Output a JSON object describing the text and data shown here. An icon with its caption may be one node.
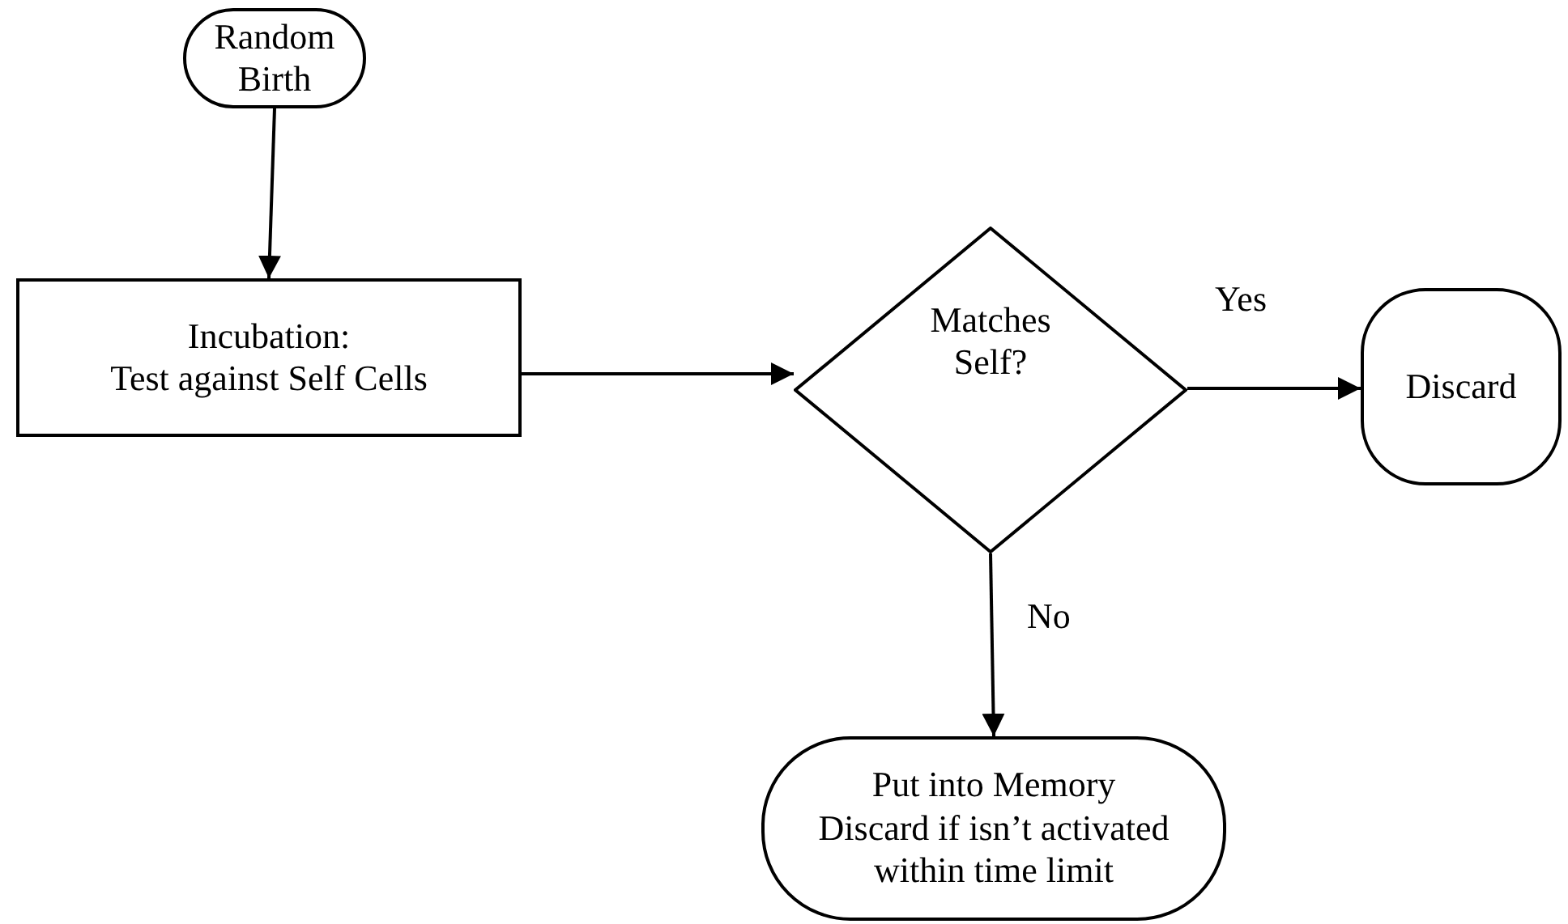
{
  "diagram": {
    "nodes": [
      {
        "text": [
          "Random Birth"
        ]
      },
      {
        "text": [
          "Incubation:",
          "Test against Self Cells"
        ]
      },
      {
        "text": [
          "Matches Self?"
        ]
      },
      {
        "text": [
          "Discard"
        ]
      },
      {
        "text": [
          "Put into Memory",
          "Discard if isn’t activated within time limit"
        ]
      }
    ],
    "edges": [
      {
        "from": 0,
        "to": 1,
        "arrow": "to"
      },
      {
        "from": 1,
        "to": 2,
        "arrow": "to"
      },
      {
        "from": 2,
        "to": 3,
        "arrow": "to",
        "label": "Yes"
      },
      {
        "from": 2,
        "to": 4,
        "arrow": "to",
        "label": "No"
      }
    ]
  }
}
